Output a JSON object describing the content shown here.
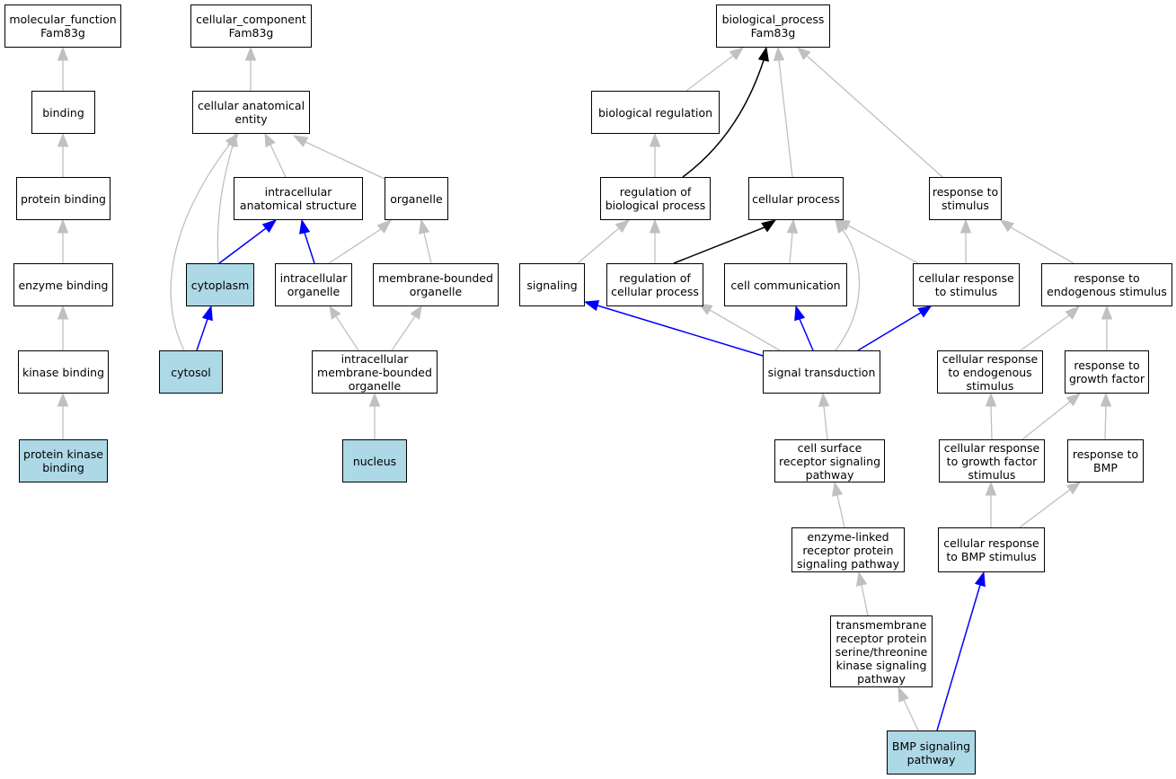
{
  "colors": {
    "highlight": "#add8e6",
    "edge_default": "#c0c0c0",
    "edge_black": "#000000",
    "edge_blue": "#0000ff"
  },
  "nodes": {
    "mf_root": "molecular_function\nFam83g",
    "binding": "binding",
    "protein_binding": "protein binding",
    "enzyme_binding": "enzyme binding",
    "kinase_binding": "kinase binding",
    "protein_kinase_binding": "protein kinase\nbinding",
    "cc_root": "cellular_component\nFam83g",
    "cellular_anatomical_entity": "cellular anatomical\nentity",
    "intracellular_anatomical_structure": "intracellular\nanatomical structure",
    "organelle": "organelle",
    "cytoplasm": "cytoplasm",
    "intracellular_organelle": "intracellular\norganelle",
    "membrane_bounded_organelle": "membrane-bounded\norganelle",
    "cytosol": "cytosol",
    "intracellular_membrane_bounded_organelle": "intracellular\nmembrane-bounded\norganelle",
    "nucleus": "nucleus",
    "bp_root": "biological_process\nFam83g",
    "biological_regulation": "biological regulation",
    "regulation_of_biological_process": "regulation of\nbiological process",
    "cellular_process": "cellular process",
    "response_to_stimulus": "response to\nstimulus",
    "signaling": "signaling",
    "regulation_of_cellular_process": "regulation of\ncellular process",
    "cell_communication": "cell communication",
    "cellular_response_to_stimulus": "cellular response\nto stimulus",
    "response_to_endogenous_stimulus": "response to\nendogenous stimulus",
    "signal_transduction": "signal transduction",
    "cellular_response_to_endogenous_stimulus": "cellular response\nto endogenous\nstimulus",
    "response_to_growth_factor": "response to\ngrowth factor",
    "cell_surface_receptor_signaling_pathway": "cell surface\nreceptor signaling\npathway",
    "cellular_response_to_growth_factor_stimulus": "cellular response\nto growth factor\nstimulus",
    "response_to_bmp": "response to\nBMP",
    "enzyme_linked_receptor_protein_signaling_pathway": "enzyme-linked\nreceptor protein\nsignaling pathway",
    "cellular_response_to_bmp_stimulus": "cellular response\nto BMP stimulus",
    "transmembrane_receptor_protein_serine_threonine_kinase_signaling_pathway": "transmembrane\nreceptor protein\nserine/threonine\nkinase signaling\npathway",
    "bmp_signaling_pathway": "BMP signaling\npathway"
  }
}
